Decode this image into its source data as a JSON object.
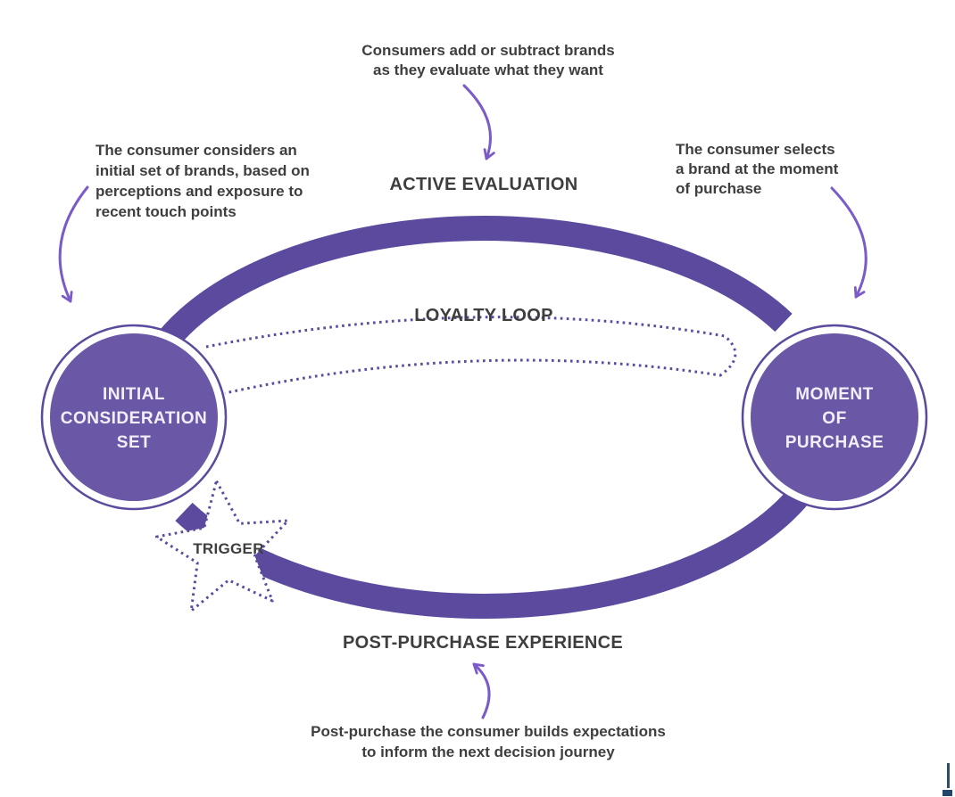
{
  "colors": {
    "band_purple": "#5b4a9d",
    "disc_purple": "#6a58a7",
    "dotted_purple": "#5b4a9d",
    "arrow_violet": "#7a5bc8",
    "text_dark": "#3e3e3e",
    "circle_text": "#f2eefa",
    "edge_artifact_navy": "#2e4d6b",
    "background": "#ffffff"
  },
  "annotations": {
    "top": {
      "lines": [
        "Consumers add or subtract brands",
        "as they evaluate what they want"
      ]
    },
    "left": {
      "lines": [
        "The consumer considers an",
        "initial set of brands, based on",
        "perceptions and exposure to",
        "recent touch points"
      ]
    },
    "right": {
      "lines": [
        "The consumer selects",
        "a brand at the moment",
        "of purchase"
      ]
    },
    "bottom": {
      "lines": [
        "Post-purchase the consumer builds expectations",
        "to inform the next decision journey"
      ]
    }
  },
  "stages": {
    "active_evaluation": "ACTIVE EVALUATION",
    "loyalty_loop": "LOYALTY LOOP",
    "post_purchase_experience": "POST-PURCHASE EXPERIENCE",
    "trigger": "TRIGGER",
    "initial_consideration_set": {
      "lines": [
        "INITIAL",
        "CONSIDERATION",
        "SET"
      ]
    },
    "moment_of_purchase": {
      "lines": [
        "MOMENT",
        "OF",
        "PURCHASE"
      ]
    }
  },
  "icons": {
    "curved_arrow": "curved-arrow",
    "trigger_star": "five-point-dotted-star"
  }
}
